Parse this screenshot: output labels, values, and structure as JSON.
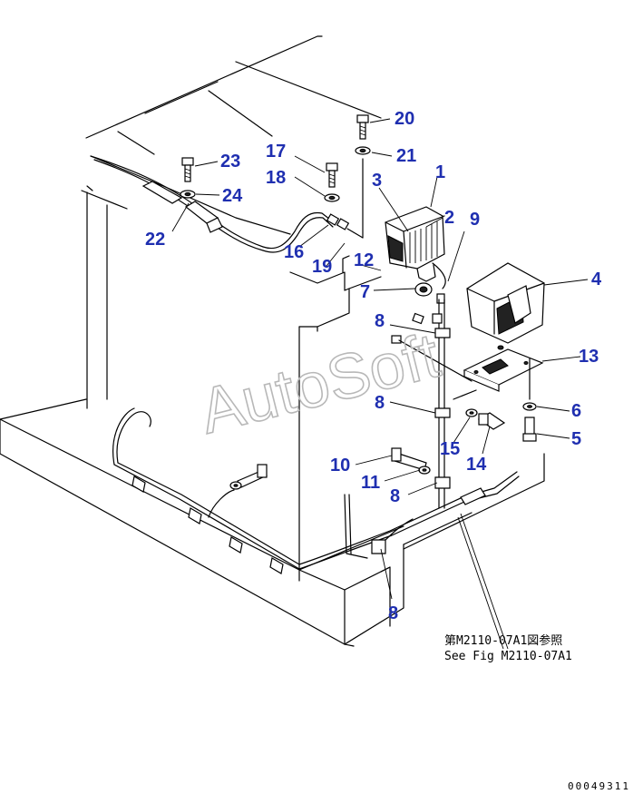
{
  "callouts": [
    {
      "id": "c1",
      "label": "1"
    },
    {
      "id": "c2",
      "label": "2"
    },
    {
      "id": "c3",
      "label": "3"
    },
    {
      "id": "c4",
      "label": "4"
    },
    {
      "id": "c5",
      "label": "5"
    },
    {
      "id": "c6",
      "label": "6"
    },
    {
      "id": "c7",
      "label": "7"
    },
    {
      "id": "c8a",
      "label": "8"
    },
    {
      "id": "c8b",
      "label": "8"
    },
    {
      "id": "c8c",
      "label": "8"
    },
    {
      "id": "c8d",
      "label": "8"
    },
    {
      "id": "c9",
      "label": "9"
    },
    {
      "id": "c10",
      "label": "10"
    },
    {
      "id": "c11",
      "label": "11"
    },
    {
      "id": "c12",
      "label": "12"
    },
    {
      "id": "c13",
      "label": "13"
    },
    {
      "id": "c14",
      "label": "14"
    },
    {
      "id": "c15",
      "label": "15"
    },
    {
      "id": "c16",
      "label": "16"
    },
    {
      "id": "c17",
      "label": "17"
    },
    {
      "id": "c18",
      "label": "18"
    },
    {
      "id": "c19",
      "label": "19"
    },
    {
      "id": "c20",
      "label": "20"
    },
    {
      "id": "c21",
      "label": "21"
    },
    {
      "id": "c22",
      "label": "22"
    },
    {
      "id": "c23",
      "label": "23"
    },
    {
      "id": "c24",
      "label": "24"
    }
  ],
  "reference_note": {
    "line1": "第M2110-07A1図参照",
    "line2": "See Fig M2110-07A1"
  },
  "drawing_code": "00049311",
  "watermark": "AutoSoft"
}
